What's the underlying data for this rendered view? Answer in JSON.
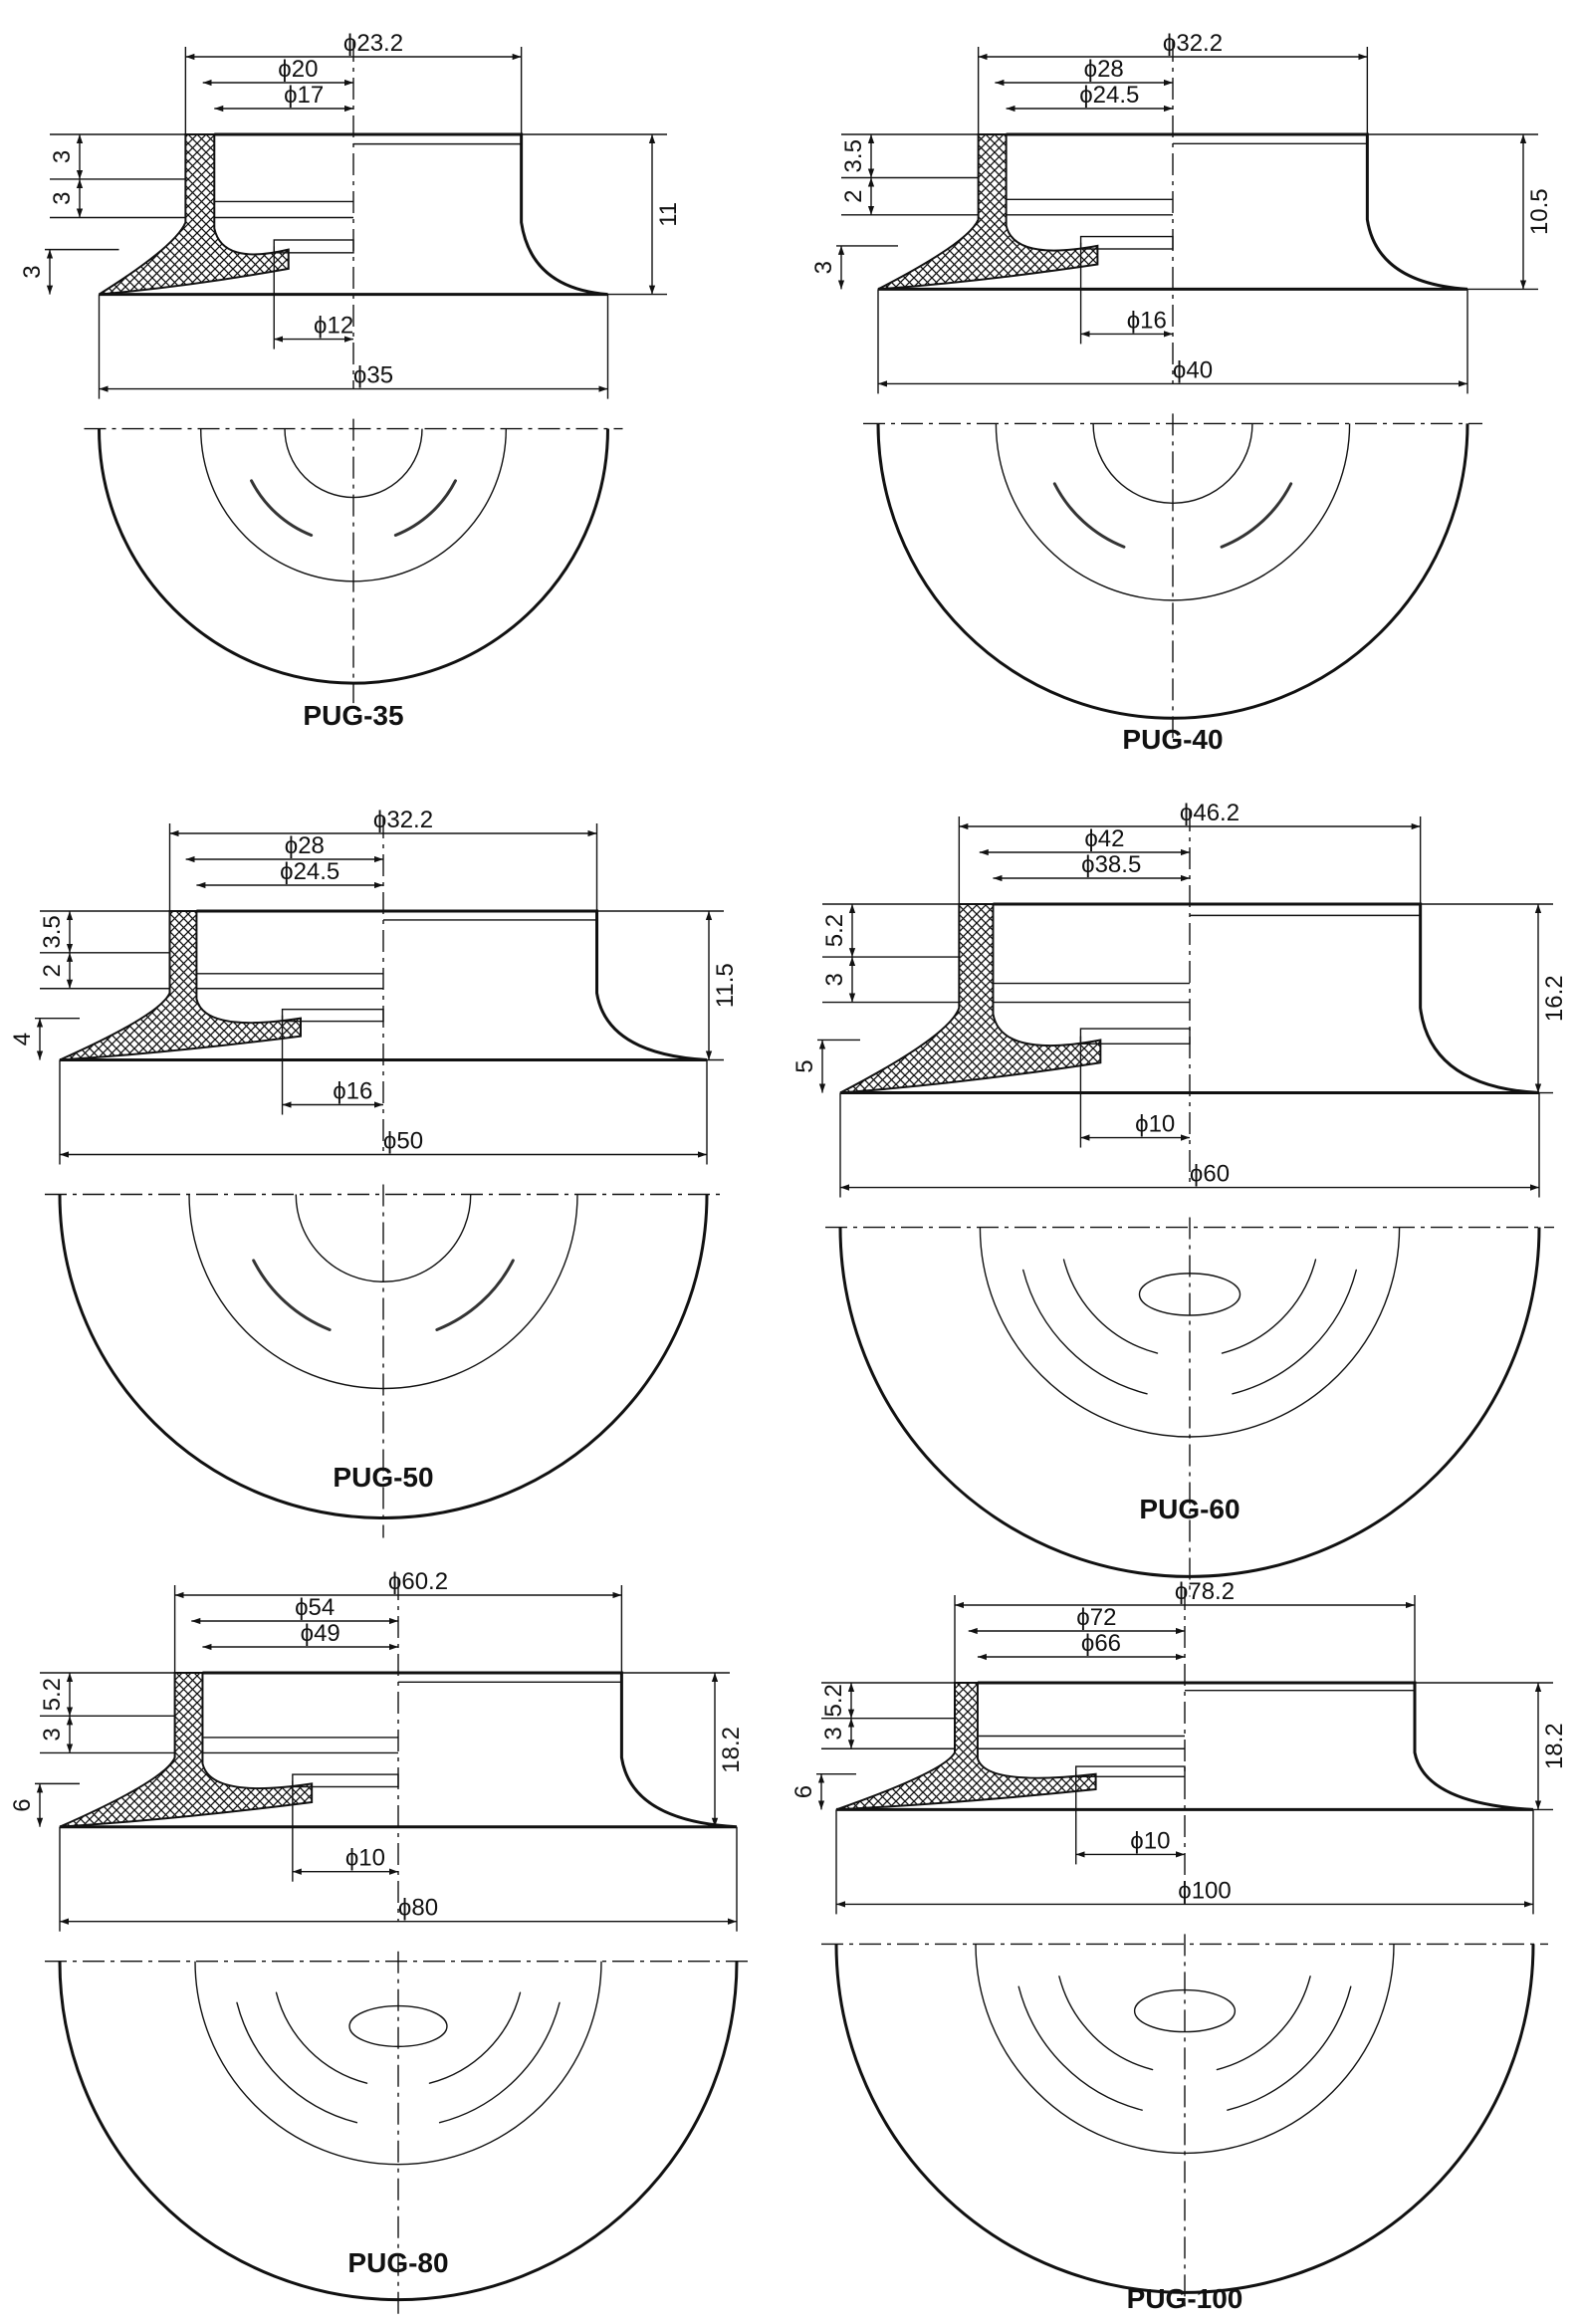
{
  "drawings": [
    {
      "title": "PUG-35",
      "outer_diameter": 35,
      "height": 11,
      "labels": {
        "top_d1": "ϕ23.2",
        "top_d2": "ϕ20",
        "top_d3": "ϕ17",
        "height": "11",
        "left_dim1": "3",
        "left_dim2": "3",
        "left_dim3": "3",
        "left_dim4": "",
        "bottom_d1": "ϕ12",
        "bottom_d2": "ϕ35"
      },
      "pattern": "slots"
    },
    {
      "title": "PUG-40",
      "outer_diameter": 40,
      "height": 10.5,
      "labels": {
        "top_d1": "ϕ32.2",
        "top_d2": "ϕ28",
        "top_d3": "ϕ24.5",
        "height": "10.5",
        "left_dim1": "3.5",
        "left_dim2": "2",
        "left_dim3": "3",
        "left_dim4": "",
        "bottom_d1": "ϕ16",
        "bottom_d2": "ϕ40"
      },
      "pattern": "slots"
    },
    {
      "title": "PUG-50",
      "outer_diameter": 50,
      "height": 11.5,
      "labels": {
        "top_d1": "ϕ32.2",
        "top_d2": "ϕ28",
        "top_d3": "ϕ24.5",
        "height": "11.5",
        "left_dim1": "3.5",
        "left_dim2": "2",
        "left_dim3": "4",
        "left_dim4": "",
        "bottom_d1": "ϕ16",
        "bottom_d2": "ϕ50"
      },
      "pattern": "slots"
    },
    {
      "title": "PUG-60",
      "outer_diameter": 60,
      "height": 16.2,
      "labels": {
        "top_d1": "ϕ46.2",
        "top_d2": "ϕ42",
        "top_d3": "ϕ38.5",
        "height": "16.2",
        "left_dim1": "5.2",
        "left_dim2": "3",
        "left_dim3": "5",
        "left_dim4": "",
        "bottom_d1": "ϕ10",
        "bottom_d2": "ϕ60"
      },
      "pattern": "ribs"
    },
    {
      "title": "PUG-80",
      "outer_diameter": 80,
      "height": 18.2,
      "labels": {
        "top_d1": "ϕ60.2",
        "top_d2": "ϕ54",
        "top_d3": "ϕ49",
        "height": "18.2",
        "left_dim1": "5.2",
        "left_dim2": "3",
        "left_dim3": "6",
        "left_dim4": "",
        "bottom_d1": "ϕ10",
        "bottom_d2": "ϕ80"
      },
      "pattern": "ribs"
    },
    {
      "title": "PUG-100",
      "outer_diameter": 100,
      "height": 18.2,
      "labels": {
        "top_d1": "ϕ78.2",
        "top_d2": "ϕ72",
        "top_d3": "ϕ66",
        "height": "18.2",
        "left_dim1": "5.2",
        "left_dim2": "3",
        "left_dim3": "6",
        "left_dim4": "",
        "bottom_d1": "ϕ10",
        "bottom_d2": "ϕ100"
      },
      "pattern": "ribs"
    }
  ]
}
